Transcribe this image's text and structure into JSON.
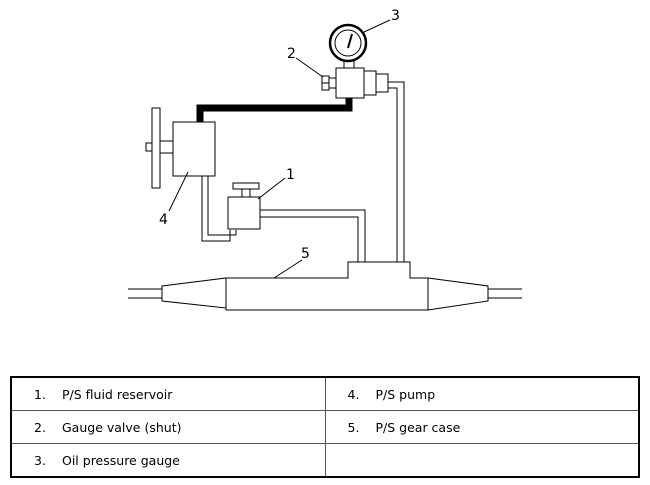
{
  "callouts": {
    "c1": "1",
    "c2": "2",
    "c3": "3",
    "c4": "4",
    "c5": "5"
  },
  "legend": {
    "rows": [
      [
        {
          "num": "1.",
          "label": "P/S fluid reservoir"
        },
        {
          "num": "4.",
          "label": "P/S pump"
        }
      ],
      [
        {
          "num": "2.",
          "label": "Gauge valve (shut)"
        },
        {
          "num": "5.",
          "label": "P/S gear case"
        }
      ],
      [
        {
          "num": "3.",
          "label": "Oil pressure gauge"
        },
        {
          "num": "",
          "label": ""
        }
      ]
    ]
  }
}
